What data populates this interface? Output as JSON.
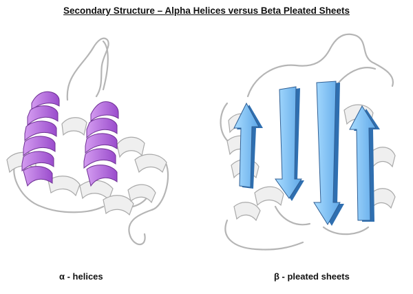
{
  "title": "Secondary Structure – Alpha Helices versus Beta Pleated Sheets",
  "left_caption": "α - helices",
  "right_caption": "β - pleated sheets",
  "colors": {
    "helix": "#b56ad8",
    "helix_dark": "#7f3ea8",
    "sheet": "#7cc0f2",
    "sheet_dark": "#2f6fb0",
    "backbone": "#d8d8d8",
    "backbone_edge": "#a9a9a9"
  }
}
